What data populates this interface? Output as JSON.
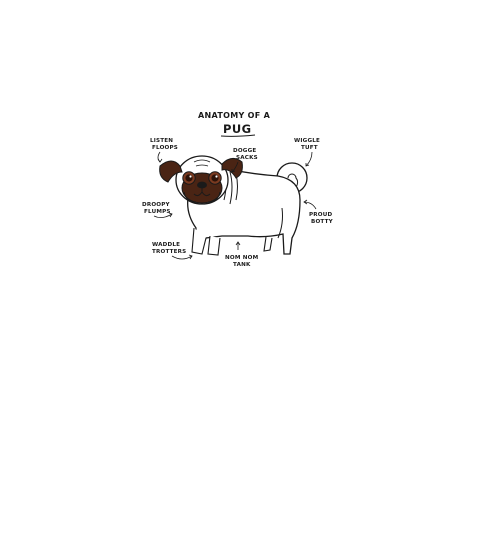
{
  "diagram": {
    "title_line1": "ANATOMY OF A",
    "title_line2": "PUG",
    "labels": [
      {
        "id": "ears",
        "line1": "LISTEN",
        "line2": "FLOOPS"
      },
      {
        "id": "neck",
        "line1": "DOGGE",
        "line2": "SACKS"
      },
      {
        "id": "tail",
        "line1": "WIGGLE",
        "line2": "TUFT"
      },
      {
        "id": "jowls",
        "line1": "DROOPY",
        "line2": "FLUMPS"
      },
      {
        "id": "bottom",
        "line1": "PROUD",
        "line2": "BOTTY"
      },
      {
        "id": "feet",
        "line1": "WADDLE",
        "line2": "TROTTERS"
      },
      {
        "id": "belly",
        "line1": "NOM NOM",
        "line2": "TANK"
      }
    ],
    "colors": {
      "ink": "#1a1a1a",
      "fur": "#ffffff",
      "brown": "#4a2414",
      "brown_light": "#7a3a20",
      "eye": "#2b1208"
    }
  }
}
